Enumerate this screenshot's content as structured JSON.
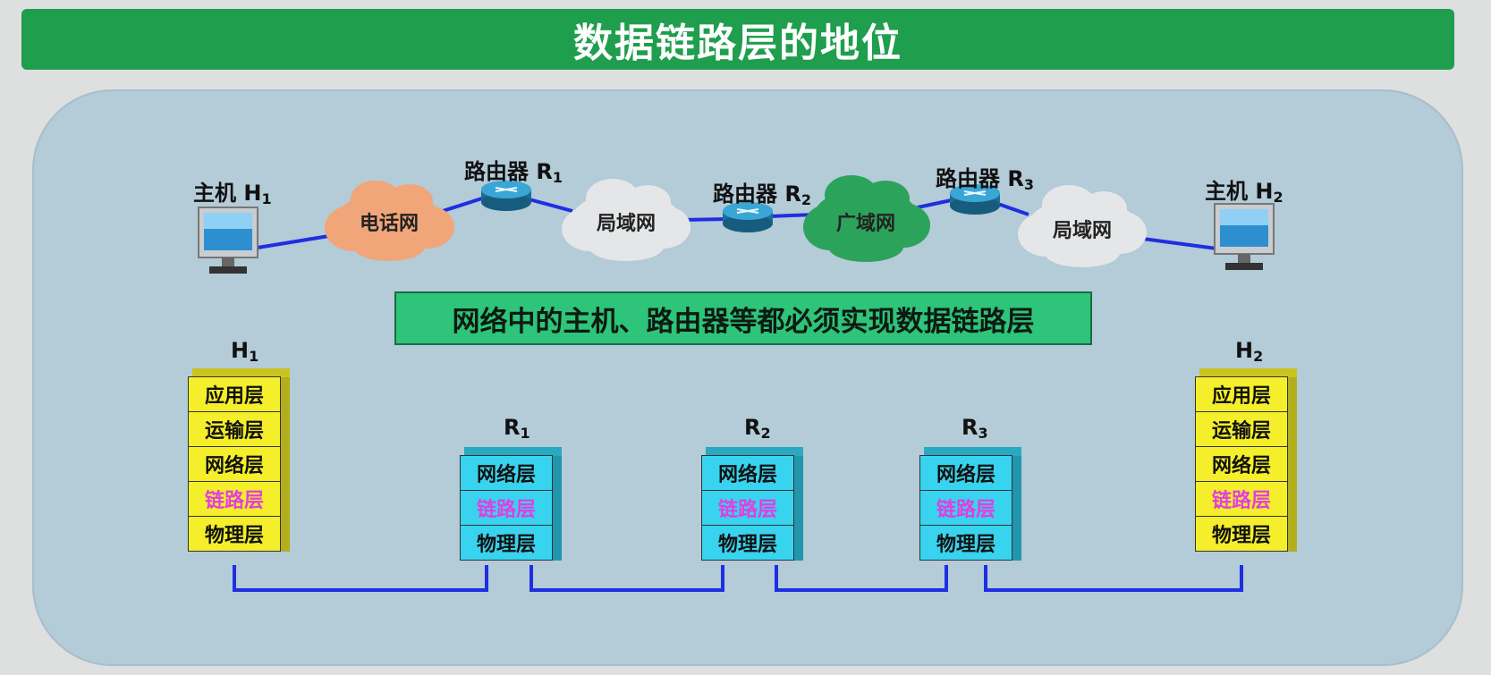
{
  "title": "数据链路层的地位",
  "top_network": {
    "host_h1": {
      "label": "主机 H",
      "sub": "1"
    },
    "host_h2": {
      "label": "主机 H",
      "sub": "2"
    },
    "router_r1": {
      "label": "路由器 R",
      "sub": "1"
    },
    "router_r2": {
      "label": "路由器 R",
      "sub": "2"
    },
    "router_r3": {
      "label": "路由器 R",
      "sub": "3"
    },
    "clouds": [
      {
        "label": "电话网",
        "color": "#f0a678"
      },
      {
        "label": "局域网",
        "color": "#e4e6e8"
      },
      {
        "label": "广域网",
        "color": "#2ca35a"
      },
      {
        "label": "局域网",
        "color": "#e4e6e8"
      }
    ]
  },
  "banner": "网络中的主机、路由器等都必须实现数据链路层",
  "stacks": {
    "h1": {
      "label": "H",
      "sub": "1",
      "layers": [
        "应用层",
        "运输层",
        "网络层",
        "链路层",
        "物理层"
      ]
    },
    "r1": {
      "label": "R",
      "sub": "1",
      "layers": [
        "网络层",
        "链路层",
        "物理层"
      ]
    },
    "r2": {
      "label": "R",
      "sub": "2",
      "layers": [
        "网络层",
        "链路层",
        "物理层"
      ]
    },
    "r3": {
      "label": "R",
      "sub": "3",
      "layers": [
        "网络层",
        "链路层",
        "物理层"
      ]
    },
    "h2": {
      "label": "H",
      "sub": "2",
      "layers": [
        "应用层",
        "运输层",
        "网络层",
        "链路层",
        "物理层"
      ]
    }
  },
  "colors": {
    "title_bg": "#1f9e4d",
    "panel_bg": "#b4cbd8",
    "link_line": "#1d2fe0",
    "host_layer": "#f4ef2a",
    "router_layer": "#38d3ee",
    "link_layer_text": "#e23ee0"
  }
}
